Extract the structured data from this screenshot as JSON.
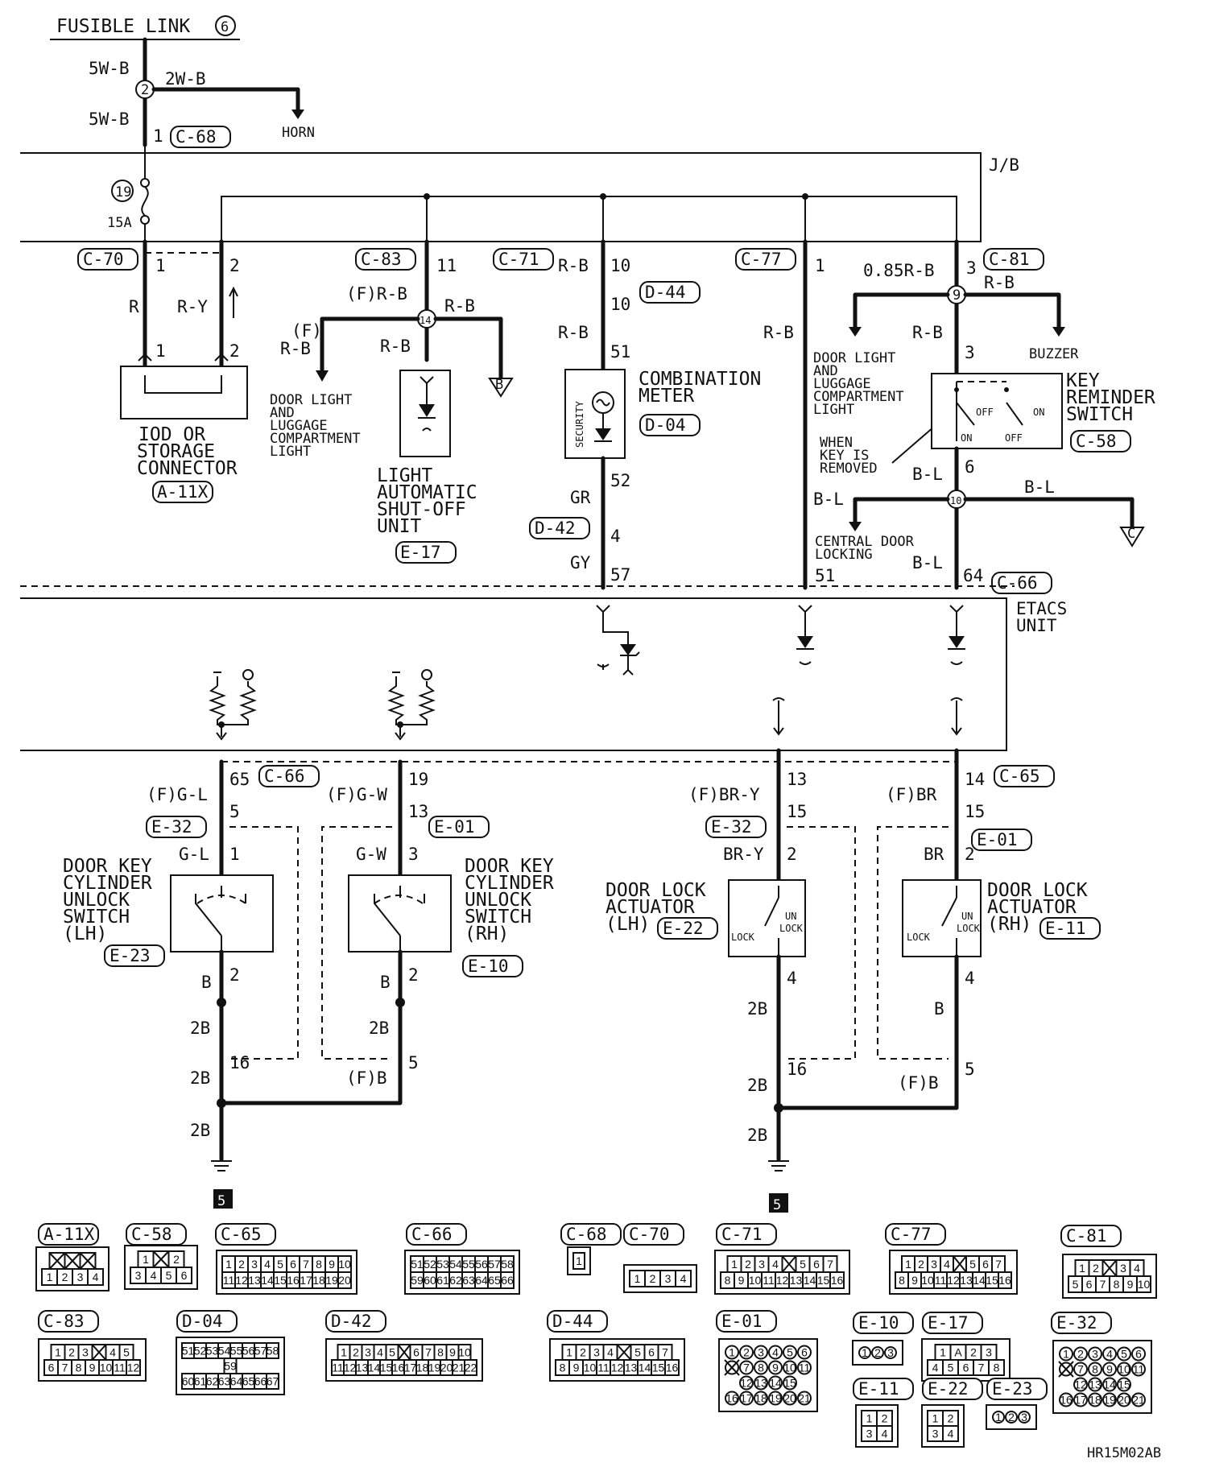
{
  "labels": {
    "fusible_link": "FUSIBLE LINK",
    "fusible_num": "6",
    "w_5wb_1": "5W-B",
    "w_2wb": "2W-B",
    "w_5wb_2": "5W-B",
    "spl2": "2",
    "pin1": "1",
    "c68": "C-68",
    "horn": "HORN",
    "jb": "J/B",
    "fuse19": "19",
    "fuse15a": "15A",
    "c70": "C-70",
    "p70_1": "1",
    "p70_2": "2",
    "w_r": "R",
    "w_ry": "R-Y",
    "p70b_1": "1",
    "p70b_2": "2",
    "iod1": "IOD OR",
    "iod2": "STORAGE",
    "iod3": "CONNECTOR",
    "a11x": "A-11X",
    "c83": "C-83",
    "p83_11": "11",
    "w_frb": "(F)R-B",
    "w_rb83": "R-B",
    "spl14": "14",
    "w_frb2a": "(F)",
    "w_frb2b": "R-B",
    "w_rb83b": "R-B",
    "dl1": "DOOR LIGHT",
    "dl2": "AND",
    "dl3": "LUGGAGE",
    "dl4": "COMPARTMENT",
    "dl5": "LIGHT",
    "conn_b": "B",
    "las1": "LIGHT",
    "las2": "AUTOMATIC",
    "las3": "SHUT-OFF",
    "las4": "UNIT",
    "e17": "E-17",
    "c71": "C-71",
    "w_rb71": "R-B",
    "p71_10": "10",
    "p71_10b": "10",
    "d44": "D-44",
    "w_rb71b": "R-B",
    "p51": "51",
    "security": "SECURITY",
    "cm1": "COMBINATION",
    "cm2": "METER",
    "d04": "D-04",
    "w_gr": "GR",
    "p52": "52",
    "d42": "D-42",
    "p4": "4",
    "w_gy": "GY",
    "p57": "57",
    "c77": "C-77",
    "p77_1": "1",
    "w_rb77": "R-B",
    "dl77_1": "DOOR LIGHT",
    "dl77_2": "AND",
    "dl77_3": "LUGGAGE",
    "dl77_4": "COMPARTMENT",
    "dl77_5": "LIGHT",
    "wk1": "WHEN",
    "wk2": "KEY IS",
    "wk3": "REMOVED",
    "w_bl_left": "B-L",
    "p51b": "51",
    "w_085rb": "0.85R-B",
    "p81_3": "3",
    "c81": "C-81",
    "w_rb81": "R-B",
    "spl9": "9",
    "w_rb81b": "R-B",
    "p3b": "3",
    "buzzer": "BUZZER",
    "krs1": "KEY",
    "krs2": "REMINDER",
    "krs3": "SWITCH",
    "c58": "C-58",
    "off1": "OFF",
    "on1": "ON",
    "on2": "ON",
    "off2": "OFF",
    "w_bl1": "B-L",
    "p6": "6",
    "spl10": "10",
    "w_bl2": "B-L",
    "cdl1": "CENTRAL DOOR",
    "cdl2": "LOCKING",
    "conn_c": "C",
    "w_bl3": "B-L",
    "p64": "64",
    "c66_top": "C-66",
    "etacs1": "ETACS",
    "etacs2": "UNIT",
    "p65": "65",
    "c66_bot": "C-66",
    "w_fgl": "(F)G-L",
    "p5a": "5",
    "e32a": "E-32",
    "w_gl": "G-L",
    "p1a": "1",
    "dkl1": "DOOR KEY",
    "dkl2": "CYLINDER",
    "dkl3": "UNLOCK",
    "dkl4": "SWITCH",
    "dkl5": "(LH)",
    "e23": "E-23",
    "w_b1": "B",
    "p2a": "2",
    "w_2b1": "2B",
    "p16a": "16",
    "w_2b2": "2B",
    "w_2b3": "2B",
    "p19": "19",
    "w_fgw": "(F)G-W",
    "p13a": "13",
    "e01a": "E-01",
    "w_gw": "G-W",
    "p3c": "3",
    "dkr1": "DOOR KEY",
    "dkr2": "CYLINDER",
    "dkr3": "UNLOCK",
    "dkr4": "SWITCH",
    "dkr5": "(RH)",
    "e10": "E-10",
    "w_b2": "B",
    "p2b": "2",
    "w_2b4": "2B",
    "w_fb1": "(F)B",
    "p5b": "5",
    "p13b": "13",
    "w_fbry": "(F)BR-Y",
    "p15a": "15",
    "e32b": "E-32",
    "w_bry": "BR-Y",
    "p2c": "2",
    "dla1": "DOOR LOCK",
    "dla2": "ACTUATOR",
    "dla3": "(LH)",
    "e22": "E-22",
    "un1": "UN",
    "lock1": "LOCK",
    "lock1b": "LOCK",
    "p4b": "4",
    "w_2b5": "2B",
    "w_2b6": "2B",
    "p16b": "16",
    "w_2b7": "2B",
    "p14": "14",
    "c65": "C-65",
    "w_fbr": "(F)BR",
    "p15b": "15",
    "e01b": "E-01",
    "w_br": "BR",
    "p2d": "2",
    "dra1": "DOOR LOCK",
    "dra2": "ACTUATOR",
    "dra3": "(RH)",
    "e11": "E-11",
    "un2": "UN",
    "lock2": "LOCK",
    "lock2b": "LOCK",
    "p4c": "4",
    "w_b3": "B",
    "w_fb2": "(F)B",
    "p5c": "5",
    "gnd1": "5",
    "gnd2": "5",
    "cn_a11x": "A-11X",
    "cn_c58": "C-58",
    "cn_c65": "C-65",
    "cn_c66": "C-66",
    "cn_c68": "C-68",
    "cn_c70": "C-70",
    "cn_c71": "C-71",
    "cn_c77": "C-77",
    "cn_c81": "C-81",
    "cn_c83": "C-83",
    "cn_d04": "D-04",
    "cn_d42": "D-42",
    "cn_d44": "D-44",
    "cn_e01": "E-01",
    "cn_e10": "E-10",
    "cn_e17": "E-17",
    "cn_e32": "E-32",
    "cn_e11": "E-11",
    "cn_e22": "E-22",
    "cn_e23": "E-23",
    "code": "HR15M02AB"
  },
  "connector_pins": {
    "a11x": [
      [
        "",
        "",
        ""
      ],
      [
        "1",
        "2",
        "3",
        "4"
      ]
    ],
    "c58": [
      [
        "1",
        "",
        "2"
      ],
      [
        "3",
        "4",
        "5",
        "6"
      ]
    ],
    "c65": [
      [
        "1",
        "2",
        "3",
        "4",
        "5",
        "6",
        "7",
        "8",
        "9",
        "10"
      ],
      [
        "11",
        "12",
        "13",
        "14",
        "15",
        "16",
        "17",
        "18",
        "19",
        "20"
      ]
    ],
    "c66": [
      [
        "51",
        "52",
        "53",
        "54",
        "55",
        "56",
        "57",
        "58"
      ],
      [
        "59",
        "60",
        "61",
        "62",
        "63",
        "64",
        "65",
        "66"
      ]
    ],
    "c68": [
      [
        "1"
      ]
    ],
    "c70": [
      [
        "1",
        "2",
        "3",
        "4"
      ]
    ],
    "c71": [
      [
        "1",
        "2",
        "3",
        "4",
        "",
        "5",
        "6",
        "7"
      ],
      [
        "8",
        "9",
        "10",
        "11",
        "12",
        "13",
        "14",
        "15",
        "16"
      ]
    ],
    "c77": [
      [
        "1",
        "2",
        "3",
        "4",
        "",
        "5",
        "6",
        "7"
      ],
      [
        "8",
        "9",
        "10",
        "11",
        "12",
        "13",
        "14",
        "15",
        "16"
      ]
    ],
    "c81": [
      [
        "1",
        "2",
        "",
        "3",
        "4"
      ],
      [
        "5",
        "6",
        "7",
        "8",
        "9",
        "10"
      ]
    ],
    "c83": [
      [
        "1",
        "2",
        "3",
        "",
        "4",
        "5"
      ],
      [
        "6",
        "7",
        "8",
        "9",
        "10",
        "11",
        "12"
      ]
    ],
    "d04": [
      [
        "51",
        "52",
        "53",
        "54",
        "55",
        "56",
        "57",
        "58"
      ],
      [
        "59"
      ],
      [
        "60",
        "61",
        "62",
        "63",
        "64",
        "65",
        "66",
        "67"
      ]
    ],
    "d42": [
      [
        "1",
        "2",
        "3",
        "4",
        "5",
        "",
        "6",
        "7",
        "8",
        "9",
        "10"
      ],
      [
        "11",
        "12",
        "13",
        "14",
        "15",
        "16",
        "17",
        "18",
        "19",
        "20",
        "21",
        "22"
      ]
    ],
    "d44": [
      [
        "1",
        "2",
        "3",
        "4",
        "",
        "5",
        "6",
        "7"
      ],
      [
        "8",
        "9",
        "10",
        "11",
        "12",
        "13",
        "14",
        "15",
        "16"
      ]
    ],
    "e01": [
      [
        "1",
        "2",
        "3",
        "4",
        "5",
        "6"
      ],
      [
        "",
        "7",
        "8",
        "9",
        "10",
        "11"
      ],
      [
        "12",
        "13",
        "14",
        "15"
      ],
      [
        "16",
        "17",
        "18",
        "19",
        "20",
        "21"
      ]
    ],
    "e10": [
      [
        "1",
        "2",
        "3"
      ]
    ],
    "e17": [
      [
        "1",
        "A",
        "2",
        "3"
      ],
      [
        "4",
        "5",
        "6",
        "7",
        "8"
      ]
    ],
    "e32": [
      [
        "1",
        "2",
        "3",
        "4",
        "5",
        "6"
      ],
      [
        "",
        "7",
        "8",
        "9",
        "10",
        "11"
      ],
      [
        "12",
        "13",
        "14",
        "15"
      ],
      [
        "16",
        "17",
        "18",
        "19",
        "20",
        "21"
      ]
    ],
    "e11": [
      [
        "1",
        "2"
      ],
      [
        "3",
        "4"
      ]
    ],
    "e22": [
      [
        "1",
        "2"
      ],
      [
        "3",
        "4"
      ]
    ],
    "e23": [
      [
        "1",
        "2",
        "3"
      ]
    ]
  }
}
